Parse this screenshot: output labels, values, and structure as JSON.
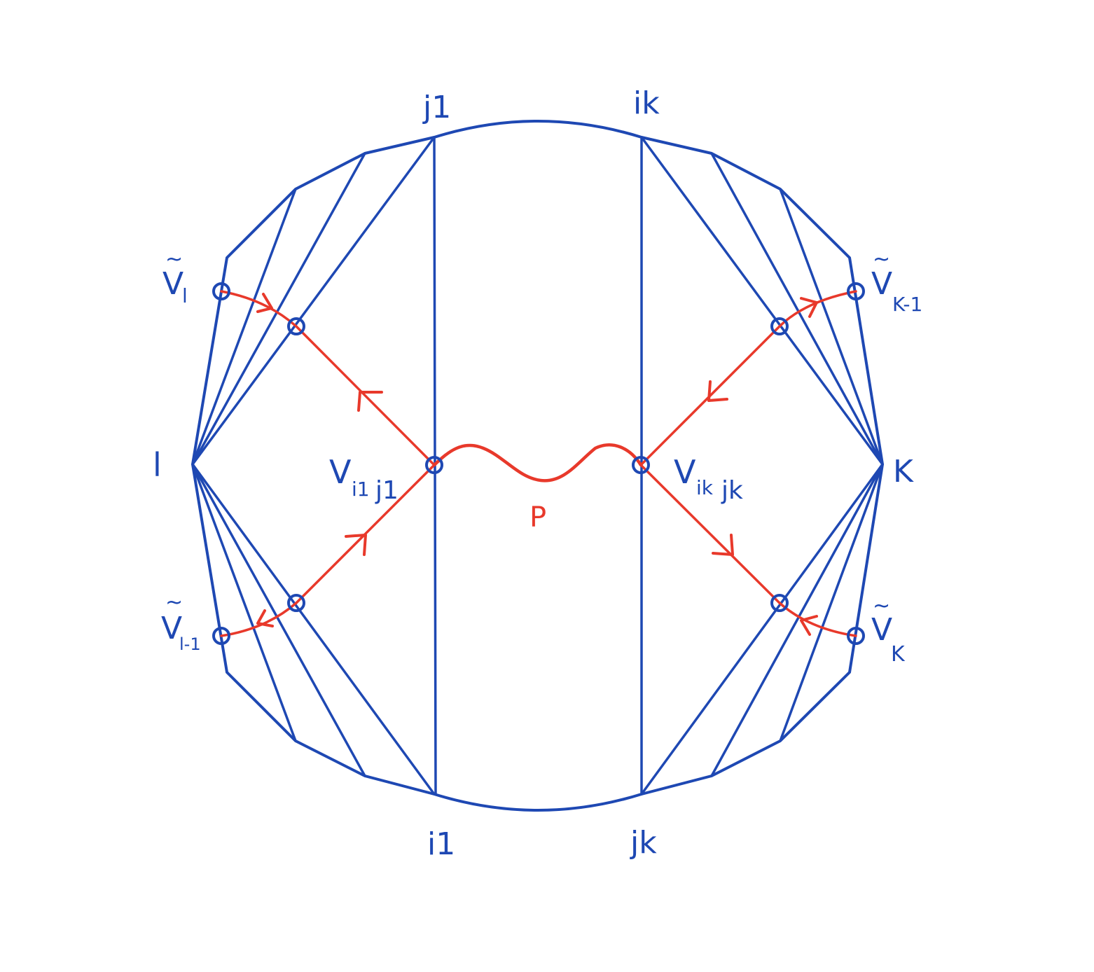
{
  "colors": {
    "polygon": "#1e48b3",
    "path": "#e8392b",
    "background": "#ffffff"
  },
  "labels": {
    "j1_top": "j1",
    "ik_top": "ik",
    "i1_bottom": "i1",
    "jk_bottom": "jk",
    "vertex_left": "l",
    "vertex_right": "K",
    "v_i1j1": {
      "main": "V",
      "sub1": "i1",
      "sub2": "j1"
    },
    "v_ikjk": {
      "main": "V",
      "sub1": "ik",
      "sub2": "jk"
    },
    "vt_l": {
      "tilde": "~",
      "main": "V",
      "sub": "l"
    },
    "vt_l_minus_1": {
      "tilde": "~",
      "main": "V",
      "sub": "l-1"
    },
    "vt_k_minus_1": {
      "tilde": "~",
      "main": "V",
      "sub": "K-1"
    },
    "vt_k": {
      "tilde": "~",
      "main": "V",
      "sub": "K"
    },
    "path_label": "P"
  }
}
